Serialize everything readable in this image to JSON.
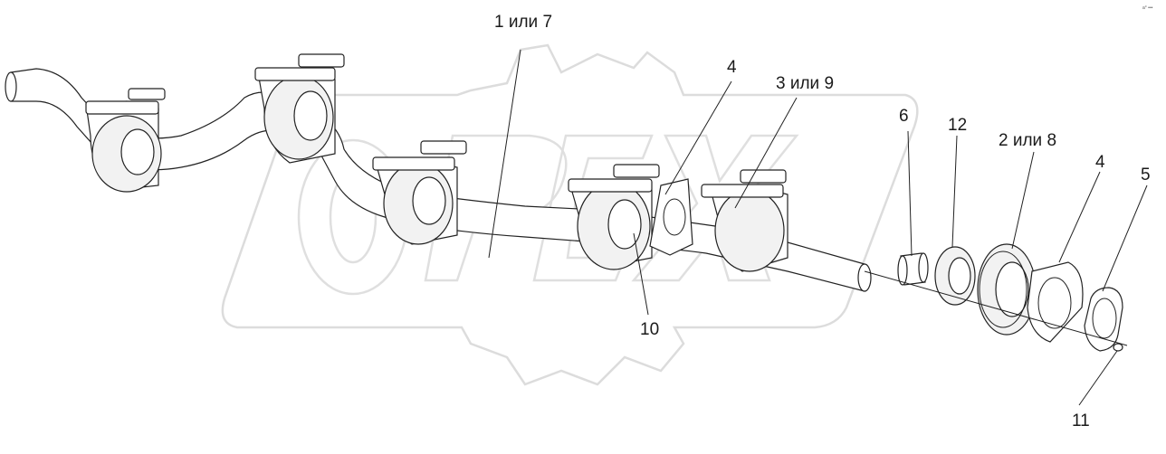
{
  "corner_mark": "a° •••",
  "watermark": "OPEX",
  "labels": {
    "l_1_7": "1 или 7",
    "l_4_top": "4",
    "l_3_9": "3 или 9",
    "l_6": "6",
    "l_12": "12",
    "l_2_8": "2 или 8",
    "l_4_right": "4",
    "l_5": "5",
    "l_10": "10",
    "l_11": "11"
  }
}
